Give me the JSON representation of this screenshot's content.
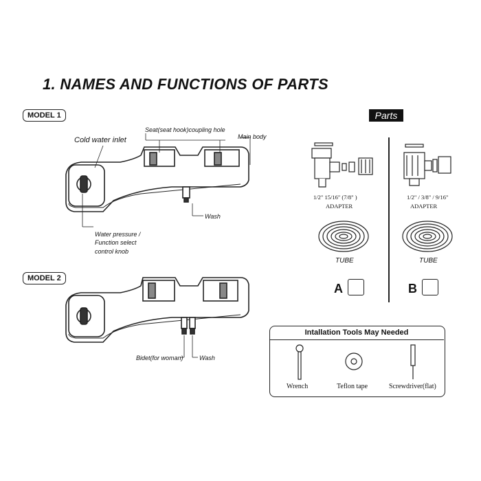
{
  "title": "1. NAMES AND FUNCTIONS OF PARTS",
  "model1": {
    "badge": "MODEL 1",
    "labels": {
      "cold_water_inlet": "Cold water inlet",
      "coupling_hole": "Seat(seat hook)coupling hole",
      "main_body": "Main body",
      "wash": "Wash",
      "knob_line1": "Water pressure /",
      "knob_line2": "Function select",
      "knob_line3": "control knob"
    }
  },
  "model2": {
    "badge": "MODEL 2",
    "labels": {
      "bidet": "Bidet(for woman)",
      "wash": "Wash"
    }
  },
  "parts": {
    "header": "Parts",
    "a": {
      "sizes": "1/2\"   15/16\"   (7/8\" )",
      "adapter": "ADAPTER",
      "tube": "TUBE",
      "letter": "A"
    },
    "b": {
      "sizes": "1/2\" / 3/8\" / 9/16\"",
      "adapter": "ADAPTER",
      "tube": "TUBE",
      "letter": "B"
    }
  },
  "tools": {
    "title": "Intallation Tools May Needed",
    "items": [
      "Wrench",
      "Teflon tape",
      "Screwdriver(flat)"
    ]
  }
}
